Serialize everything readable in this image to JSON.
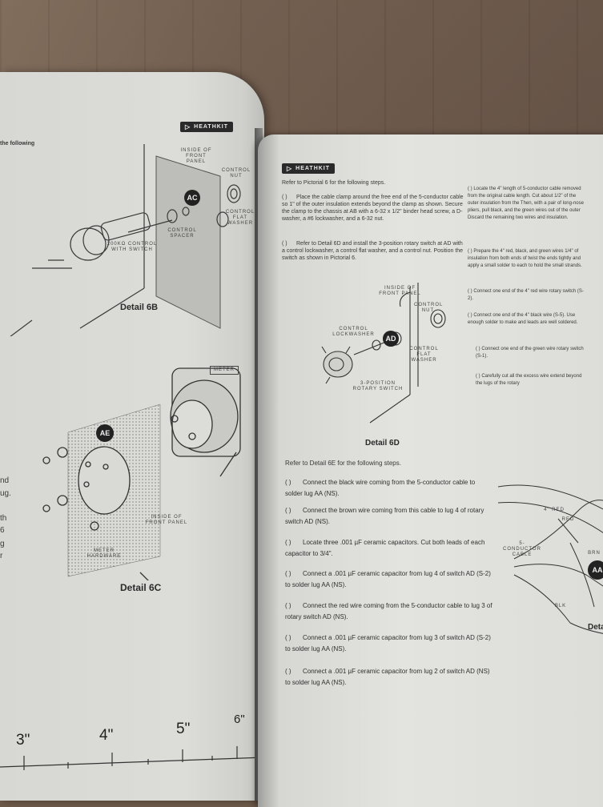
{
  "left_page": {
    "top_text": "the following",
    "brand": "HEATHKIT",
    "detail_6b": {
      "title": "Detail 6B",
      "labels": {
        "inside_front_panel": "INSIDE OF FRONT PANEL",
        "control_nut": "CONTROL NUT",
        "control_flat_washer": "CONTROL FLAT WASHER",
        "badge": "AC",
        "control_spacer": "CONTROL SPACER",
        "control_with_switch": "200KΩ CONTROL WITH SWITCH"
      }
    },
    "detail_6c": {
      "title": "Detail 6C",
      "labels": {
        "meter": "METER",
        "badge": "AE",
        "inside_front_panel": "INSIDE OF FRONT PANEL",
        "meter_hardware": "METER HARDWARE"
      }
    },
    "margin_fragments": [
      "nd",
      "ug.",
      "th",
      "6",
      "g",
      "r"
    ],
    "ruler_labels": [
      "3\"",
      "4\"",
      "5\"",
      "6\""
    ]
  },
  "right_page": {
    "brand": "HEATHKIT",
    "intro": "Refer to Pictorial 6 for the following steps.",
    "steps_top": [
      {
        "check": "( )",
        "text": "Place the cable clamp around the free end of the 5-conductor cable so 1\" of the outer insulation extends beyond the clamp as shown. Secure the clamp to the chassis at AB with a 6-32 x 1/2\" binder head screw, a D-washer, a #6 lockwasher, and a 6-32 nut."
      },
      {
        "check": "( )",
        "text": "Refer to Detail 6D and install the 3-position rotary switch at AD with a control lockwasher, a control flat washer, and a control nut. Position the switch as shown in Pictorial 6."
      }
    ],
    "steps_right_column": [
      {
        "check": "( )",
        "text": "Locate the 4\" length of 5-conductor cable removed from the original cable length. Cut about 1/2\" of the outer insulation from the Then, with a pair of long-nose pliers, pull black, and the green wires out of the outer Discard the remaining two wires and insulation."
      },
      {
        "check": "( )",
        "text": "Prepare the 4\" red, black, and green wires 1/4\" of insulation from both ends of twist the ends tightly and apply a small solder to each to hold the small strands."
      },
      {
        "check": "( )",
        "text": "Connect one end of the 4\" red wire rotary switch (S-2)."
      },
      {
        "check": "( )",
        "text": "Connect one end of the 4\" black wire (S-5). Use enough solder to make and leads are well soldered."
      },
      {
        "check": "( )",
        "text": "Connect one end of the green wire rotary switch (S-1)."
      },
      {
        "check": "( )",
        "text": "Carefully cut all the excess wire extend beyond the lugs of the rotary"
      }
    ],
    "detail_6d": {
      "title": "Detail 6D",
      "labels": {
        "inside_front_panel": "INSIDE OF FRONT PANEL",
        "control_nut": "CONTROL NUT",
        "control_lockwasher": "CONTROL LOCKWASHER",
        "badge": "AD",
        "control_flat_washer": "CONTROL FLAT WASHER",
        "rotary_switch": "3-POSITION ROTARY SWITCH"
      }
    },
    "intro_6e": "Refer to Detail 6E for the following steps.",
    "steps_6e": [
      {
        "check": "( )",
        "text": "Connect the black wire coming from the 5-conductor cable to solder lug AA (NS)."
      },
      {
        "check": "( )",
        "text": "Connect the brown wire coming from this cable to lug 4 of rotary switch AD (NS)."
      },
      {
        "check": "( )",
        "text": "Locate three .001 µF ceramic capacitors. Cut both leads of each capacitor to 3/4\"."
      },
      {
        "check": "( )",
        "text": "Connect a .001 µF ceramic capacitor from lug 4 of switch AD (S-2) to solder lug AA (NS)."
      },
      {
        "check": "( )",
        "text": "Connect the red wire coming from the 5-conductor cable to lug 3 of rotary switch AD (NS)."
      },
      {
        "check": "( )",
        "text": "Connect a .001 µF ceramic capacitor from lug 3 of switch AD (S-2) to solder lug AA (NS)."
      },
      {
        "check": "( )",
        "text": "Connect a .001 µF ceramic capacitor from lug 2 of switch AD (NS) to solder lug AA (NS)."
      }
    ],
    "detail_6e_fragment": {
      "title": "Deta",
      "labels": {
        "red_4": "4\" RED",
        "red": "RED",
        "cable": "5-CONDUCTOR CABLE",
        "brn": "BRN",
        "blk": "BLK",
        "badge": "AA"
      }
    }
  }
}
